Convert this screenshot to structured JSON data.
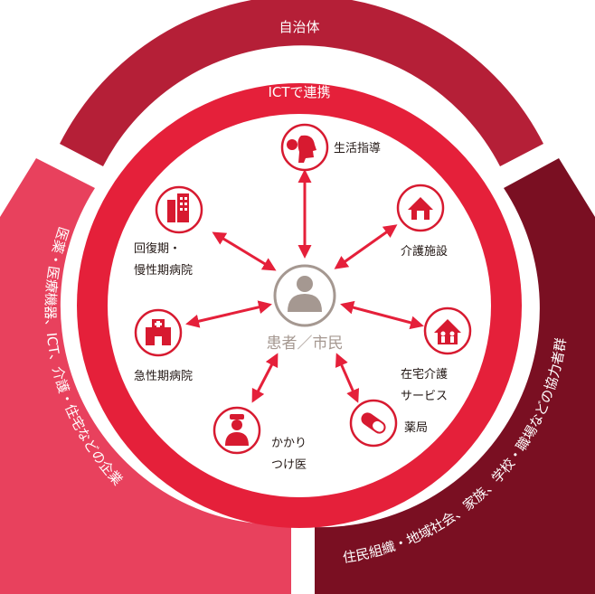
{
  "outer": {
    "top": "自治体",
    "left": "医薬・医療機器、ICT、介護・住宅などの企業",
    "right": "住民組織・地域社会、家族、学校・職場などの協力者群"
  },
  "ict_ring": {
    "label": "ICTで連携"
  },
  "center": {
    "label": "患者／市民"
  },
  "nodes": {
    "guidance": {
      "label": "生活指導"
    },
    "care_facility": {
      "label": "介護施設"
    },
    "home_care": {
      "line1": "在宅介護",
      "line2": "サービス"
    },
    "pharmacy": {
      "label": "薬局"
    },
    "family_doctor": {
      "line1": "かかり",
      "line2": "つけ医"
    },
    "acute_hospital": {
      "label": "急性期病院"
    },
    "recovery_hospital": {
      "line1": "回復期・",
      "line2": "慢性期病院"
    }
  },
  "colors": {
    "top_arc": "#b51f37",
    "left_band": "#e8415d",
    "right_band": "#7a0f22",
    "ict_ring": "#e5203a",
    "icon": "#d71a30",
    "center": "#a59891"
  }
}
